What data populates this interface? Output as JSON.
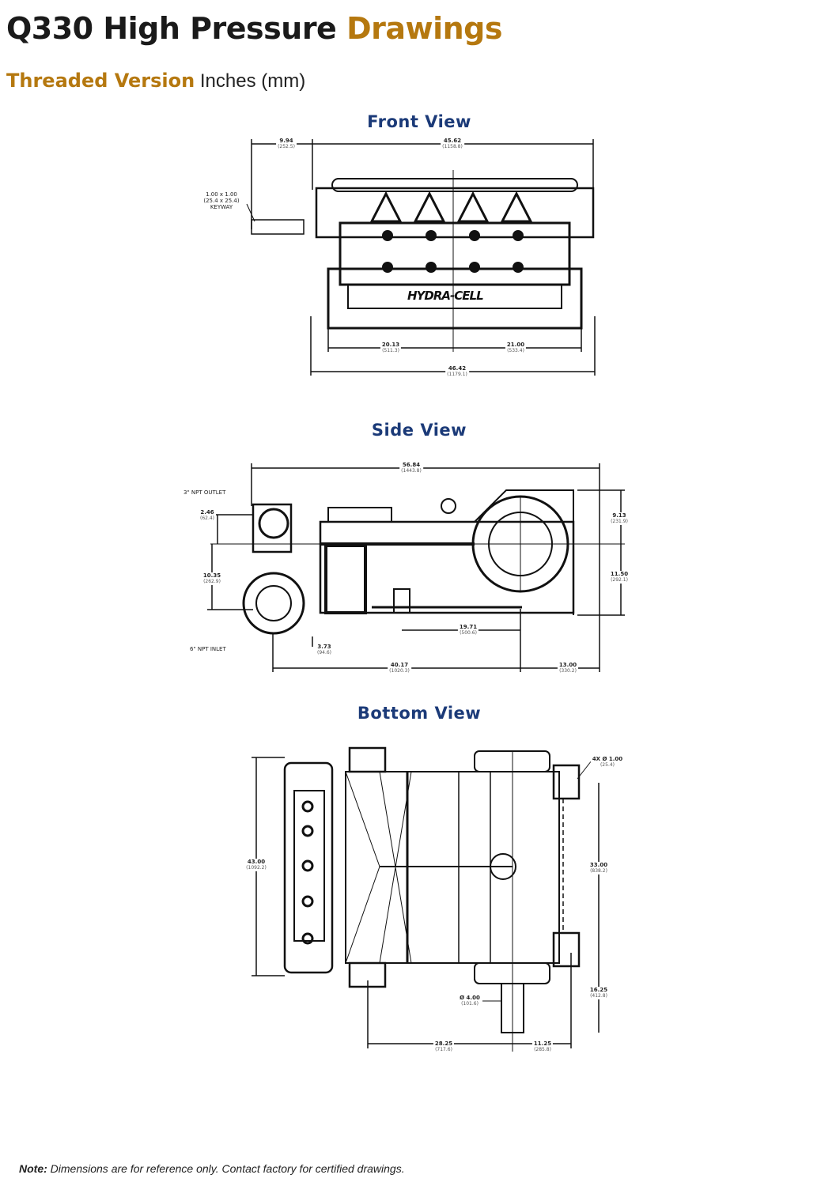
{
  "header": {
    "title_main": "Q330 High Pressure ",
    "title_accent": "Drawings",
    "subtitle_accent": "Threaded Version",
    "subtitle_units": " Inches (mm)"
  },
  "front_view": {
    "title": "Front  View",
    "keyway": [
      "1.00 x 1.00",
      "(25.4 x 25.4)",
      "KEYWAY"
    ],
    "dims": [
      {
        "in": "9.94",
        "mm": "(252.5)"
      },
      {
        "in": "45.62",
        "mm": "(1158.8)"
      },
      {
        "in": "20.13",
        "mm": "(511.3)"
      },
      {
        "in": "21.00",
        "mm": "(533.4)"
      },
      {
        "in": "46.42",
        "mm": "(1179.1)"
      }
    ],
    "logo": "HYDRA-CELL"
  },
  "side_view": {
    "title": "Side  View",
    "outlet": "3\" NPT OUTLET",
    "inlet": "6\" NPT INLET",
    "dims": [
      {
        "in": "56.84",
        "mm": "(1443.8)"
      },
      {
        "in": "2.46",
        "mm": "(62.4)"
      },
      {
        "in": "10.35",
        "mm": "(262.9)"
      },
      {
        "in": "9.13",
        "mm": "(231.9)"
      },
      {
        "in": "11.50",
        "mm": "(292.1)"
      },
      {
        "in": "19.71",
        "mm": "(500.6)"
      },
      {
        "in": "3.73",
        "mm": "(94.6)"
      },
      {
        "in": "40.17",
        "mm": "(1020.3)"
      },
      {
        "in": "13.00",
        "mm": "(330.2)"
      }
    ]
  },
  "bottom_view": {
    "title": "Bottom View",
    "dims": [
      {
        "in": "4X Ø 1.00",
        "mm": "(25.4)"
      },
      {
        "in": "43.00",
        "mm": "(1092.2)"
      },
      {
        "in": "33.00",
        "mm": "(838.2)"
      },
      {
        "in": "16.25",
        "mm": "(412.8)"
      },
      {
        "in": "Ø 4.00",
        "mm": "(101.6)"
      },
      {
        "in": "28.25",
        "mm": "(717.6)"
      },
      {
        "in": "11.25",
        "mm": "(285.8)"
      }
    ]
  },
  "note": {
    "label": "Note:",
    "text": " Dimensions are for reference only. Contact factory for certified drawings."
  },
  "colors": {
    "accent": "#b5780f",
    "view_title": "#1b3a78"
  }
}
